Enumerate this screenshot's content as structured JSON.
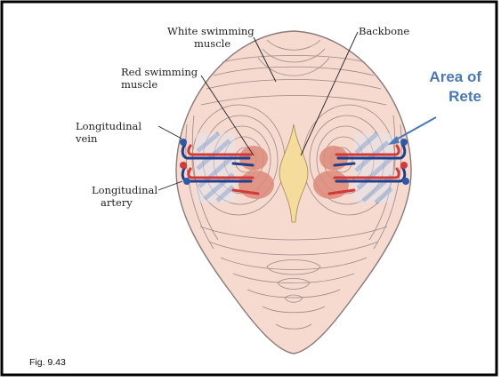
{
  "labels": {
    "white_muscle_1": "White swimming",
    "white_muscle_2": "muscle",
    "backbone": "Backbone",
    "red_muscle_1": "Red swimming",
    "red_muscle_2": "muscle",
    "long_vein_1": "Longitudinal",
    "long_vein_2": "vein",
    "long_artery_1": "Longitudinal",
    "long_artery_2": "artery"
  },
  "area_label": {
    "line1": "Area of",
    "line2": "Rete"
  },
  "caption": "Fig. 9.43",
  "colors": {
    "body_fill": "#f6d9cf",
    "contour": "#8a7b78",
    "red_muscle": "#dd8a7a",
    "backbone": "#f5dc9c",
    "annotation_blue": "#4a78b8",
    "vessel_red": "#d23a3a",
    "vessel_blue": "#1f3f8a"
  }
}
